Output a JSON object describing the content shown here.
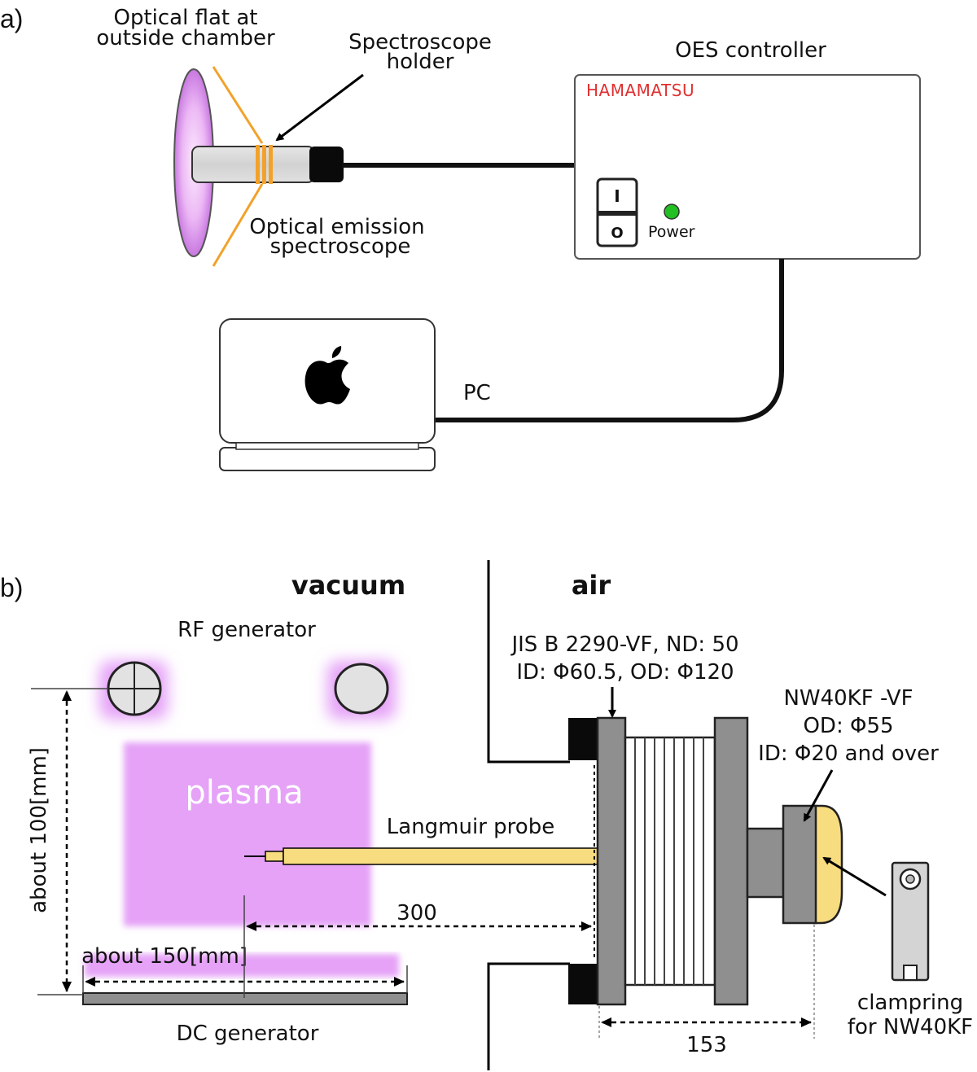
{
  "panel_a": {
    "panel_label": "a)",
    "optical_flat_label": [
      "Optical flat at",
      "outside chamber"
    ],
    "holder_label": [
      "Spectroscope",
      "holder"
    ],
    "spectroscope_label": [
      "Optical emission",
      "spectroscope"
    ],
    "controller_title": "OES controller",
    "controller_brand": "HAMAMATSU",
    "switch_on": "I",
    "switch_off": "O",
    "power_label": "Power",
    "pc_label": "PC",
    "colors": {
      "brand": "#e03030",
      "power_led": "#22c022",
      "glass": "#d58be8",
      "holder": "#f2a22a"
    }
  },
  "panel_b": {
    "panel_label": "b)",
    "vacuum_label": "vacuum",
    "air_label": "air",
    "rf_label": "RF generator",
    "plasma_label": "plasma",
    "probe_label": "Langmuir probe",
    "height_dim": "about 100[mm]",
    "width_dim": "about 150[mm]",
    "probe_dist": "300",
    "dc_label": "DC generator",
    "flange_label": [
      "JIS B 2290-VF, ND: 50",
      "ID: Φ60.5, OD: Φ120"
    ],
    "nw_label": [
      "NW40KF -VF",
      "OD: Φ55",
      "ID: Φ20 and over"
    ],
    "bellows_dim": "153",
    "clamp_label": [
      "clampring",
      "for NW40KF"
    ],
    "colors": {
      "plasma": "#e5a2f7",
      "probe": "#f8dc80",
      "metal": "#8f8f8f"
    }
  }
}
